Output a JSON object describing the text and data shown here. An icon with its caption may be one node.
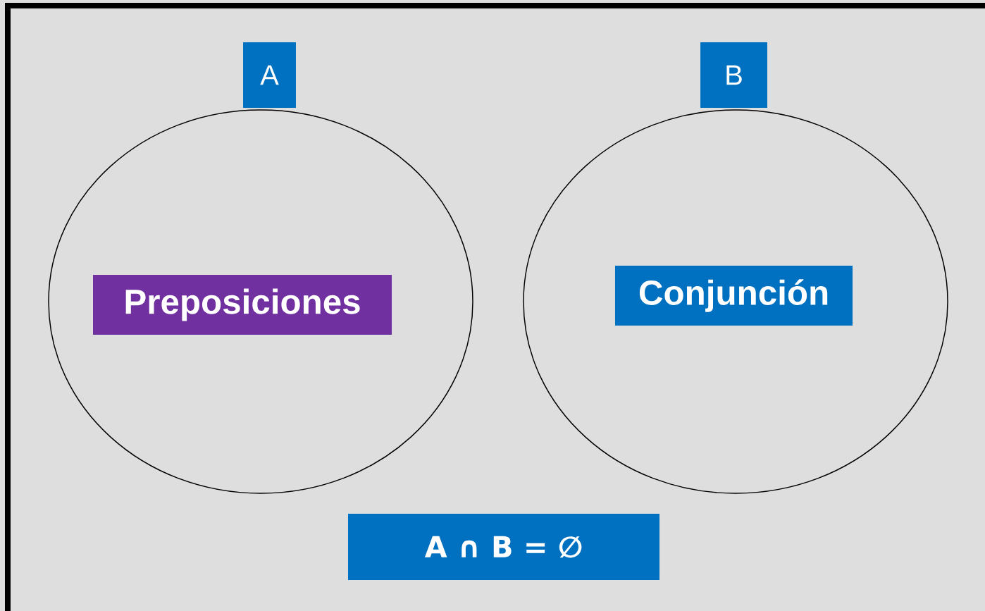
{
  "diagram": {
    "nodes": [
      {
        "text": [
          "A"
        ]
      },
      {
        "text": [],
        "shape": "ellipse"
      },
      {
        "text": [
          "Preposiciones"
        ],
        "in": 1
      },
      {
        "text": [
          "B"
        ]
      },
      {
        "text": [],
        "shape": "ellipse"
      },
      {
        "text": [
          "Conjunción"
        ],
        "in": 4
      },
      {
        "text": [
          "A ∩ B = ∅"
        ]
      }
    ]
  }
}
